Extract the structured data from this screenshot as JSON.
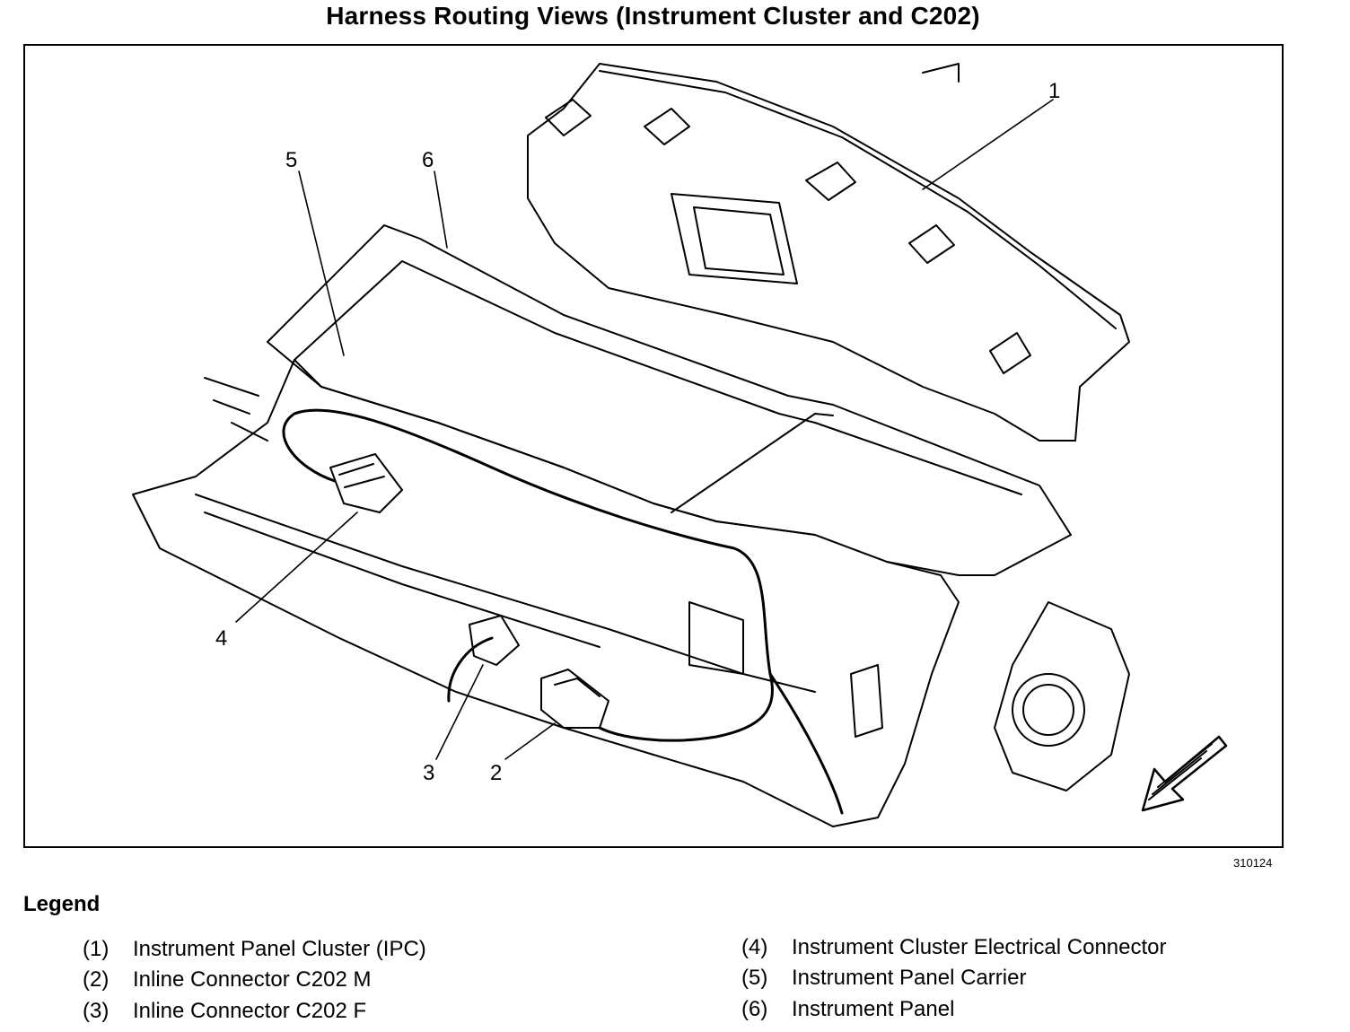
{
  "title": "Harness Routing Views (Instrument Cluster and C202)",
  "figure_id": "310124",
  "callouts": [
    "1",
    "2",
    "3",
    "4",
    "5",
    "6"
  ],
  "legend": {
    "heading": "Legend",
    "items": [
      {
        "num": "(1)",
        "label": "Instrument Panel Cluster (IPC)"
      },
      {
        "num": "(2)",
        "label": "Inline Connector C202 M"
      },
      {
        "num": "(3)",
        "label": "Inline Connector C202 F"
      },
      {
        "num": "(4)",
        "label": "Instrument Cluster Electrical Connector"
      },
      {
        "num": "(5)",
        "label": "Instrument Panel Carrier"
      },
      {
        "num": "(6)",
        "label": "Instrument Panel"
      }
    ]
  }
}
